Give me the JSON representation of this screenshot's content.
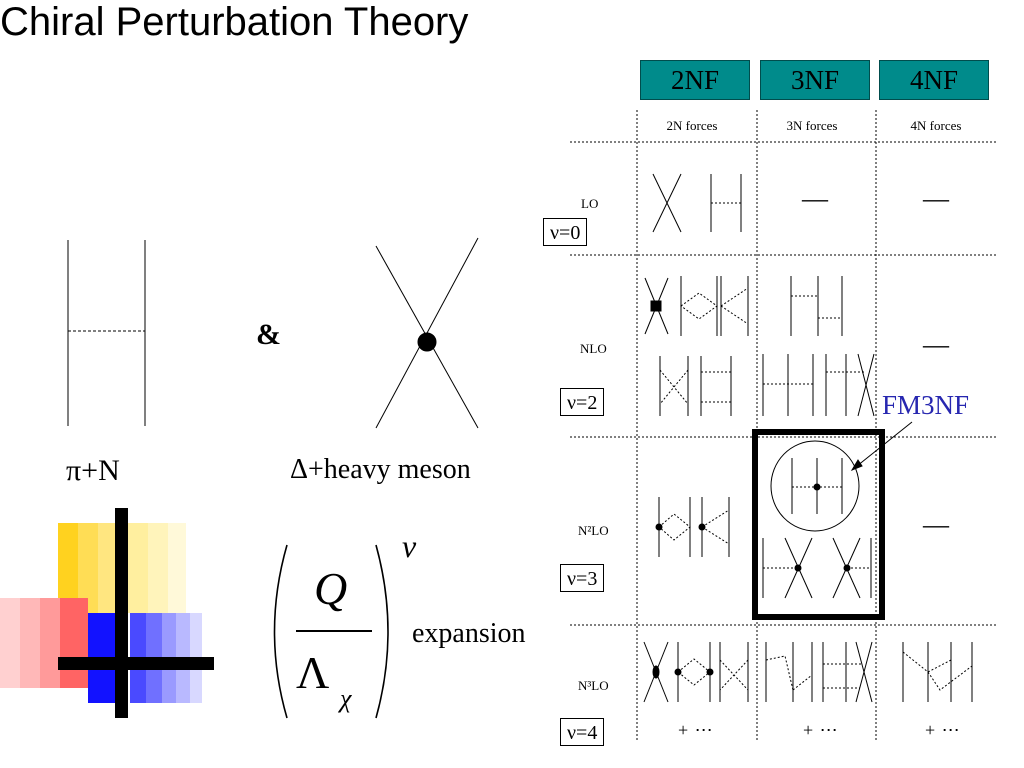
{
  "title": "Chiral Perturbation Theory",
  "headers": [
    "2NF",
    "3NF",
    "4NF"
  ],
  "column_labels": [
    "2N forces",
    "3N forces",
    "4N forces"
  ],
  "orders": [
    {
      "label": "LO",
      "nu": "ν=0"
    },
    {
      "label": "NLO",
      "nu": "ν=2"
    },
    {
      "label": "N²LO",
      "nu": "ν=3"
    },
    {
      "label": "N³LO",
      "nu": "ν=4"
    }
  ],
  "absent_mark": "—",
  "continuation": "+ ⋯",
  "fm3nf": "FM3NF",
  "pi_n": "π+N",
  "ampersand": "&",
  "delta_heavy": "Δ+heavy meson",
  "formula": {
    "numerator": "Q",
    "denominator": "Λ",
    "subscript": "χ",
    "exponent": "ν",
    "word": "expansion"
  }
}
